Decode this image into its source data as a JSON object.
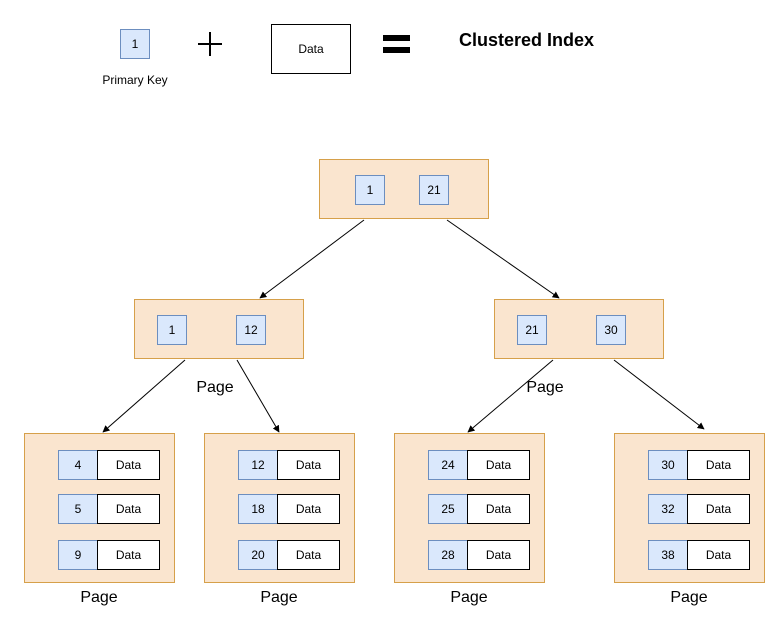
{
  "legend": {
    "key_value": "1",
    "key_label": "Primary Key",
    "data_label": "Data",
    "result_label": "Clustered Index"
  },
  "tree": {
    "root": {
      "keys": [
        "1",
        "21"
      ]
    },
    "internal": [
      {
        "keys": [
          "1",
          "12"
        ],
        "caption": "Page"
      },
      {
        "keys": [
          "21",
          "30"
        ],
        "caption": "Page"
      }
    ],
    "leaves": [
      {
        "rows": [
          {
            "key": "4",
            "data": "Data"
          },
          {
            "key": "5",
            "data": "Data"
          },
          {
            "key": "9",
            "data": "Data"
          }
        ],
        "caption": "Page"
      },
      {
        "rows": [
          {
            "key": "12",
            "data": "Data"
          },
          {
            "key": "18",
            "data": "Data"
          },
          {
            "key": "20",
            "data": "Data"
          }
        ],
        "caption": "Page"
      },
      {
        "rows": [
          {
            "key": "24",
            "data": "Data"
          },
          {
            "key": "25",
            "data": "Data"
          },
          {
            "key": "28",
            "data": "Data"
          }
        ],
        "caption": "Page"
      },
      {
        "rows": [
          {
            "key": "30",
            "data": "Data"
          },
          {
            "key": "32",
            "data": "Data"
          },
          {
            "key": "38",
            "data": "Data"
          }
        ],
        "caption": "Page"
      }
    ]
  },
  "colors": {
    "page_fill": "#fae5cf",
    "page_border": "#d6a04a",
    "key_fill": "#dae8fc",
    "key_border": "#6c8ebf"
  }
}
